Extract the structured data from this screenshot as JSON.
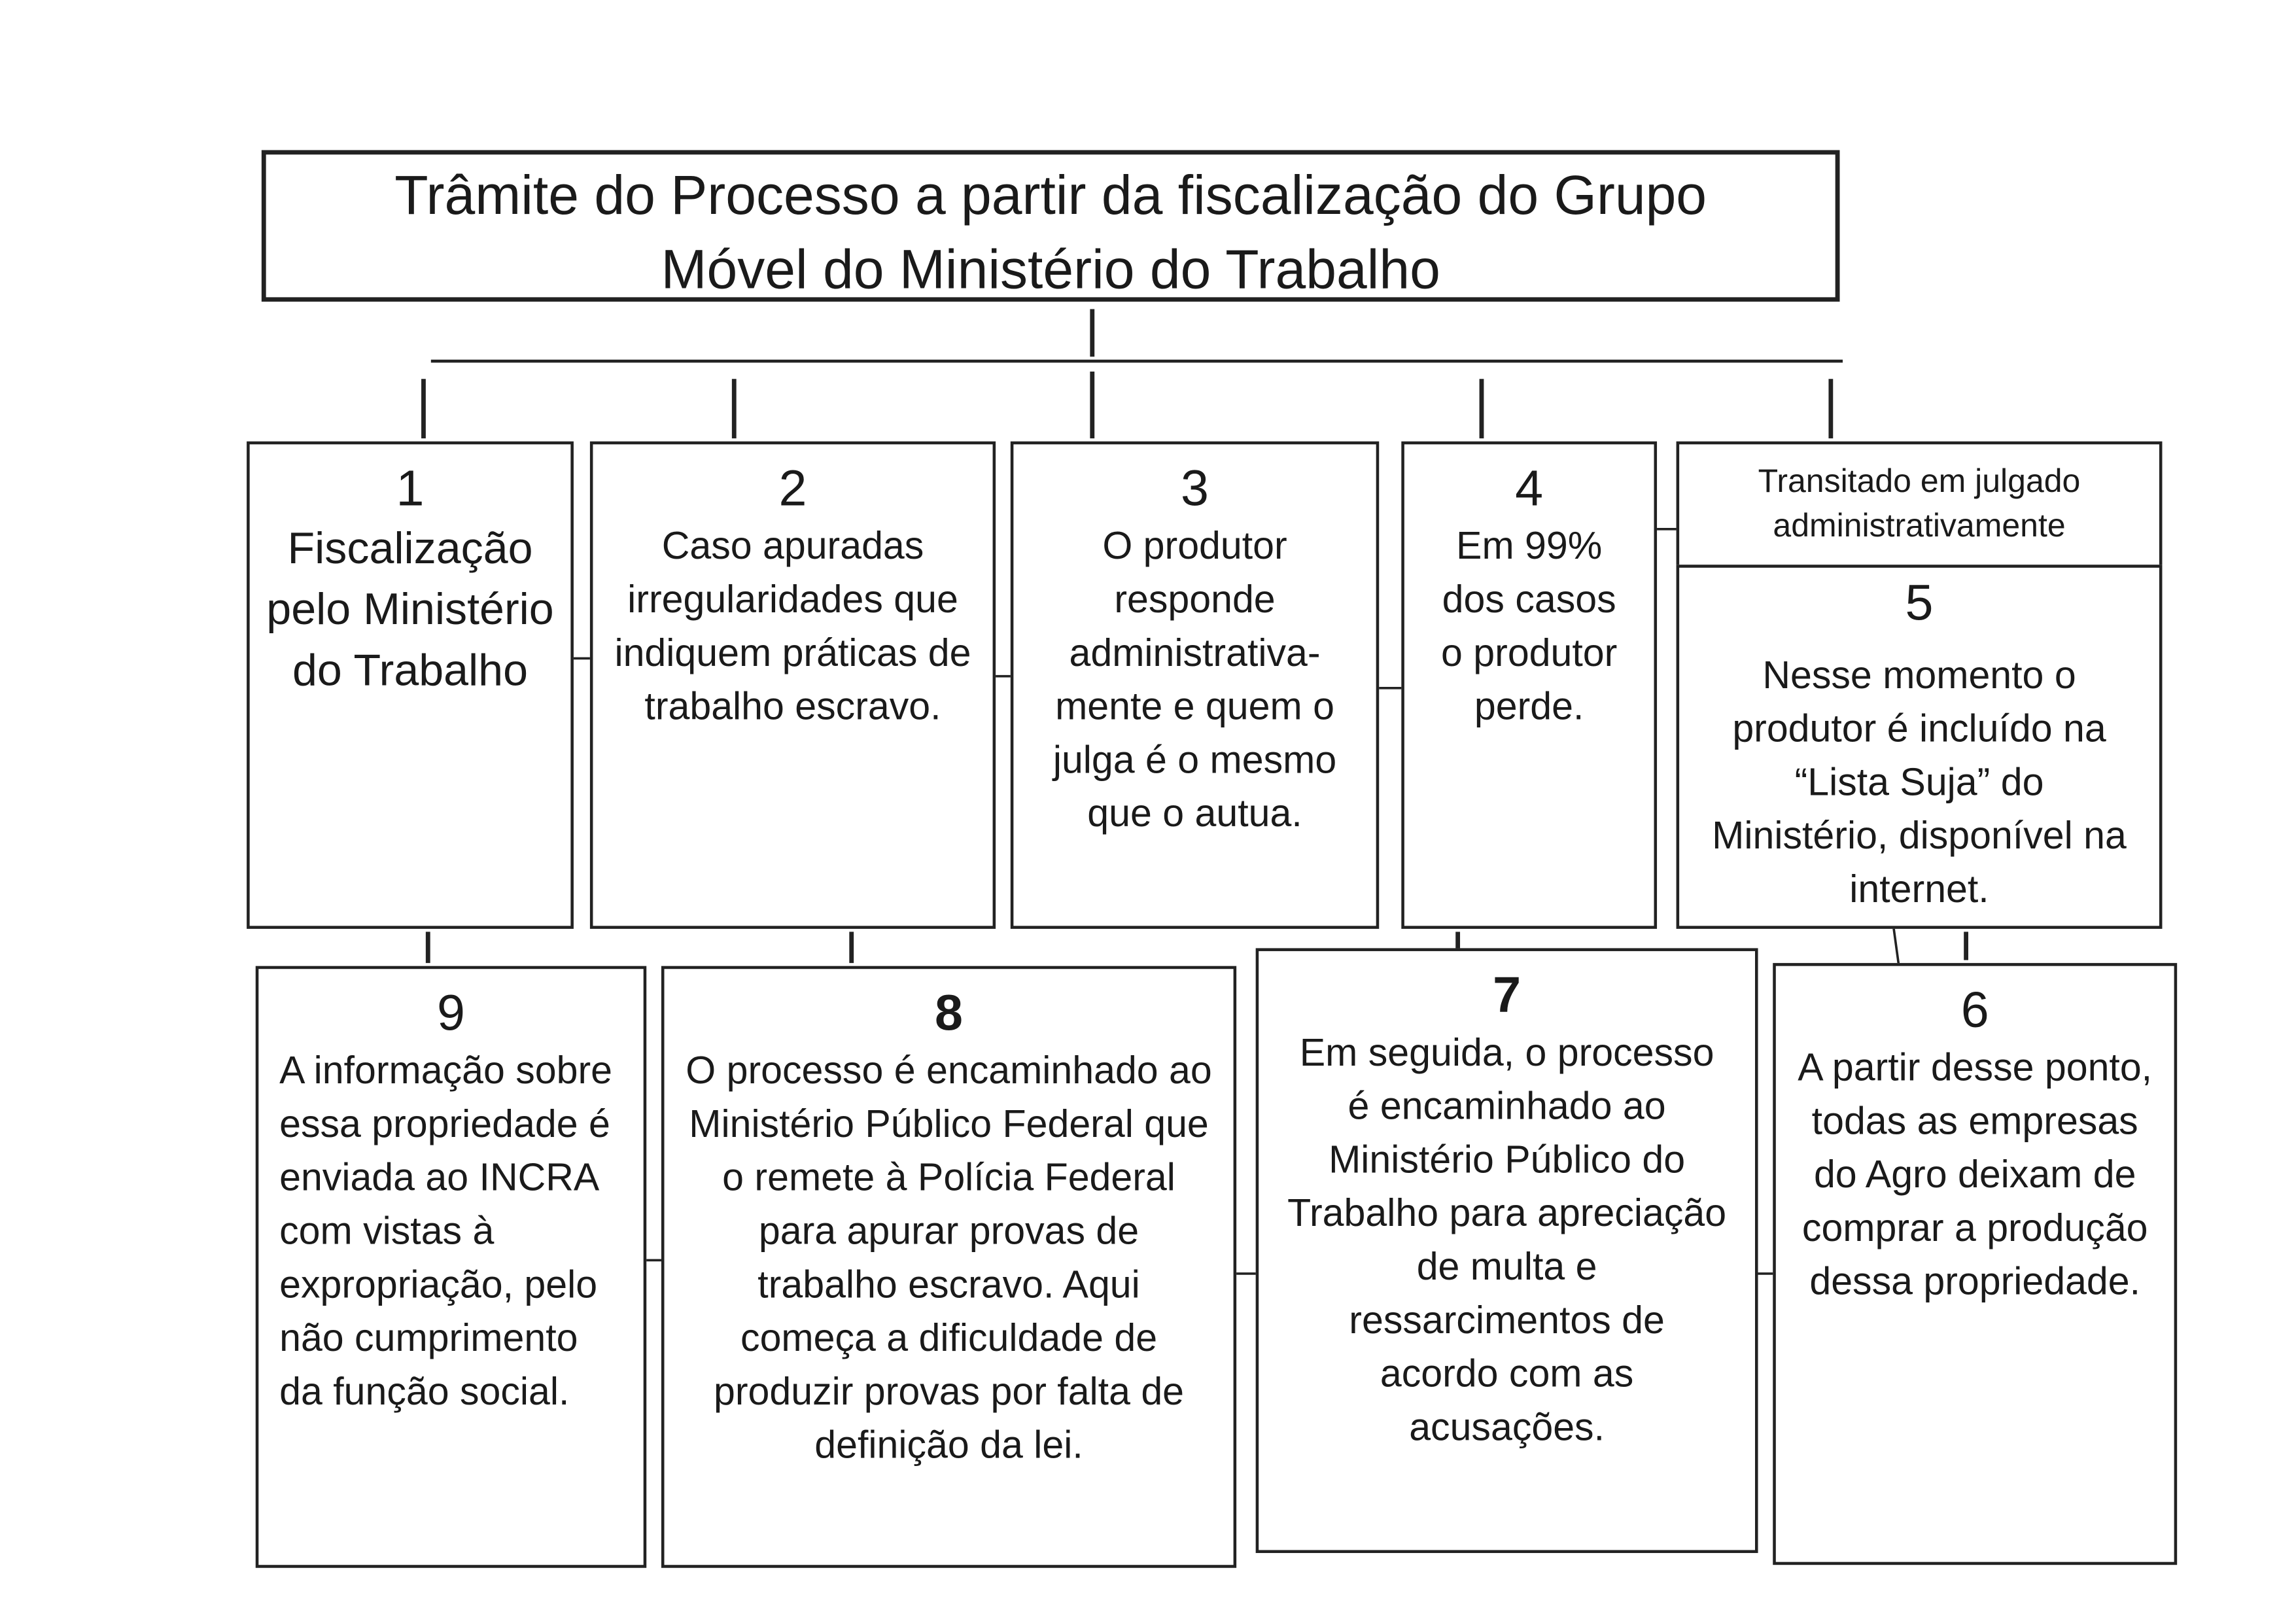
{
  "title": {
    "line1": "Trâmite do Processo a partir da  fiscalização do Grupo",
    "line2": "Móvel do Ministério do Trabalho"
  },
  "steps": [
    {
      "number": "1",
      "text": "Fiscalização pelo Ministério do Trabalho"
    },
    {
      "number": "2",
      "text": "Caso apuradas irregularidades que indiquem práticas de trabalho escravo."
    },
    {
      "number": "3",
      "text": "O produtor responde administrativa-mente e quem o julga é o mesmo que o autua."
    },
    {
      "number": "4",
      "text": "Em 99% dos casos o produtor perde."
    },
    {
      "number": "5",
      "text": "Nesse momento o produtor é incluído na “Lista Suja” do Ministério, disponível na internet.",
      "note": "Transitado em julgado administrativamente"
    },
    {
      "number": "6",
      "text": "A partir desse ponto, todas as empresas do Agro deixam de comprar a produção dessa propriedade."
    },
    {
      "number": "7",
      "text": "Em seguida, o processo é encaminhado ao Ministério Público do Trabalho para apreciação de multa e ressarcimentos de acordo com as acusações."
    },
    {
      "number": "8",
      "text": "O  processo é encaminhado ao Ministério Público Federal que o remete à Polícia Federal para apurar provas de trabalho escravo. Aqui começa a dificuldade de produzir provas por falta de definição da lei."
    },
    {
      "number": "9",
      "text": "A informação sobre essa propriedade é enviada ao INCRA com vistas à expropriação, pelo não cumprimento da função social."
    }
  ]
}
